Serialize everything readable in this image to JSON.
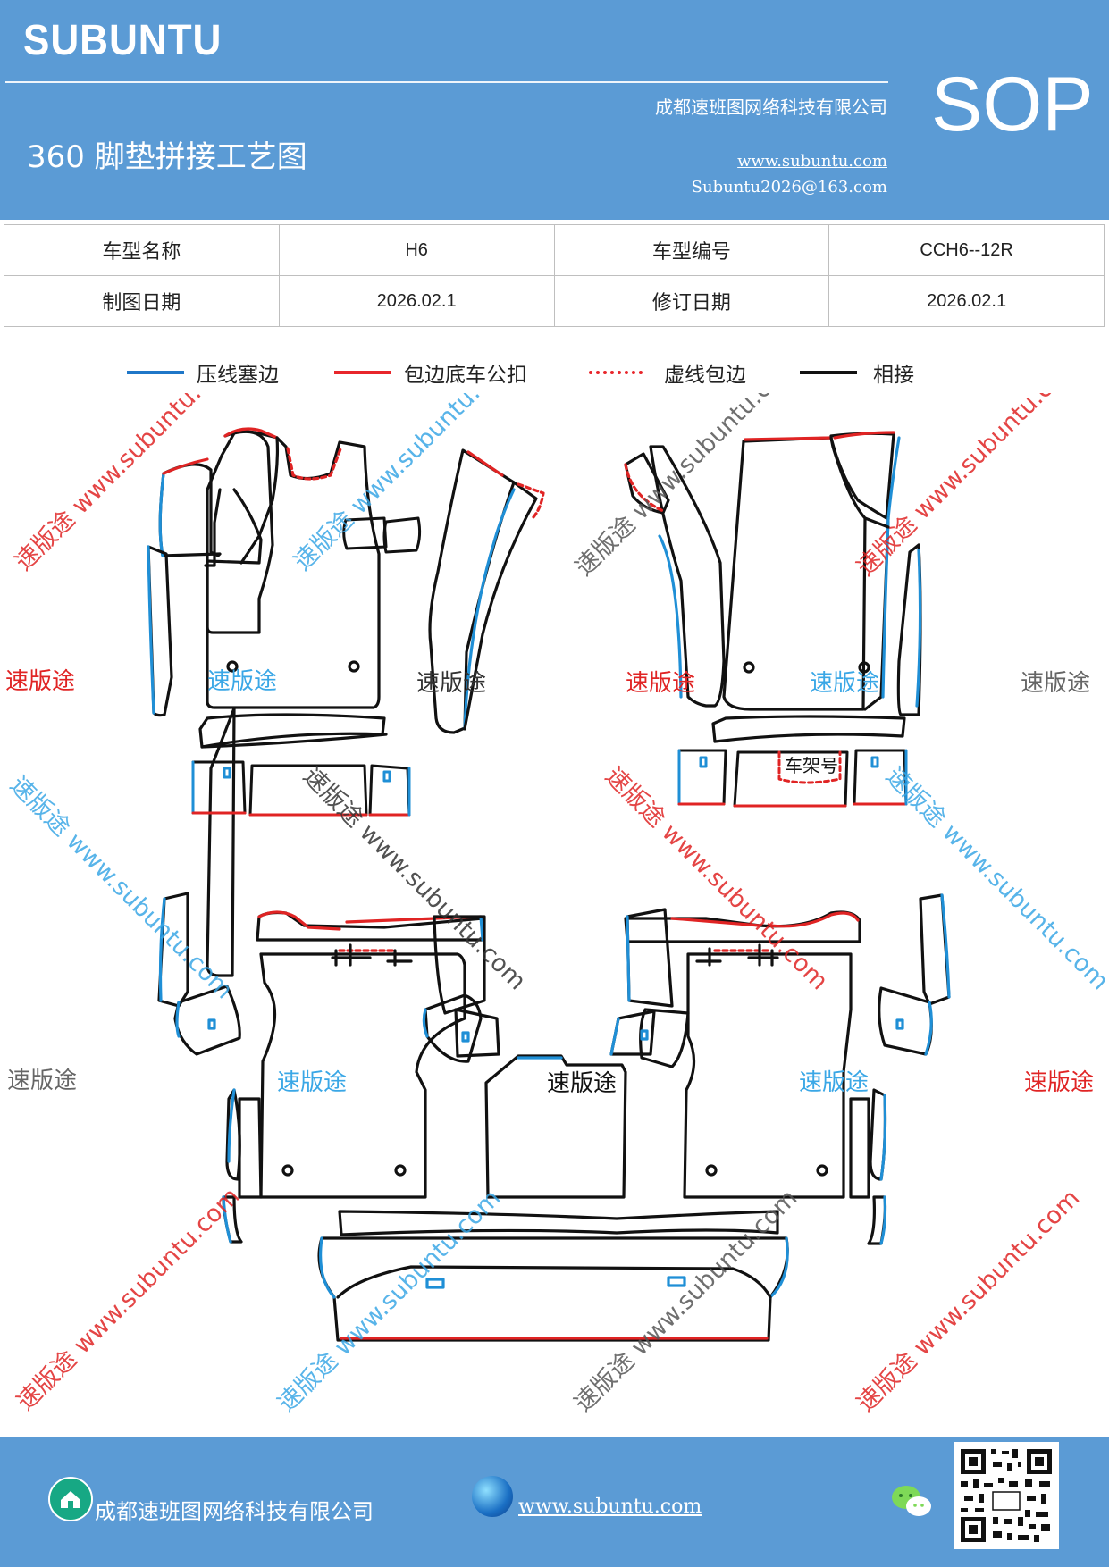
{
  "header": {
    "brand": "SUBUNTU",
    "company": "成都速班图网络科技有限公司",
    "title": "360 脚垫拼接工艺图",
    "url": "www.subuntu.com",
    "email": "Subuntu2026@163.com",
    "sop": "SOP"
  },
  "info": {
    "model_name_label": "车型名称",
    "model_name": "H6",
    "model_code_label": "车型编号",
    "model_code": "CCH6--12R",
    "draw_date_label": "制图日期",
    "draw_date": "2026.02.1",
    "revise_date_label": "修订日期",
    "revise_date": "2026.02.1"
  },
  "legend": {
    "items": [
      {
        "label": "压线塞边",
        "color": "#1f77c8",
        "style": "solid"
      },
      {
        "label": "包边底车公扣",
        "color": "#e8262b",
        "style": "solid"
      },
      {
        "label": "虚线包边",
        "color": "#e8262b",
        "style": "dotted"
      },
      {
        "label": "相接",
        "color": "#111111",
        "style": "solid"
      }
    ]
  },
  "diagram": {
    "vin_label": "车架号",
    "watermark_cn": "速版途",
    "watermark_full": "速版途 www.subuntu.com",
    "colors": {
      "blue": "#1f8fd6",
      "red": "#e02424",
      "black": "#111111",
      "gray": "#666666"
    }
  },
  "footer": {
    "company": "成都速班图网络科技有限公司",
    "url": "www.subuntu.com"
  }
}
